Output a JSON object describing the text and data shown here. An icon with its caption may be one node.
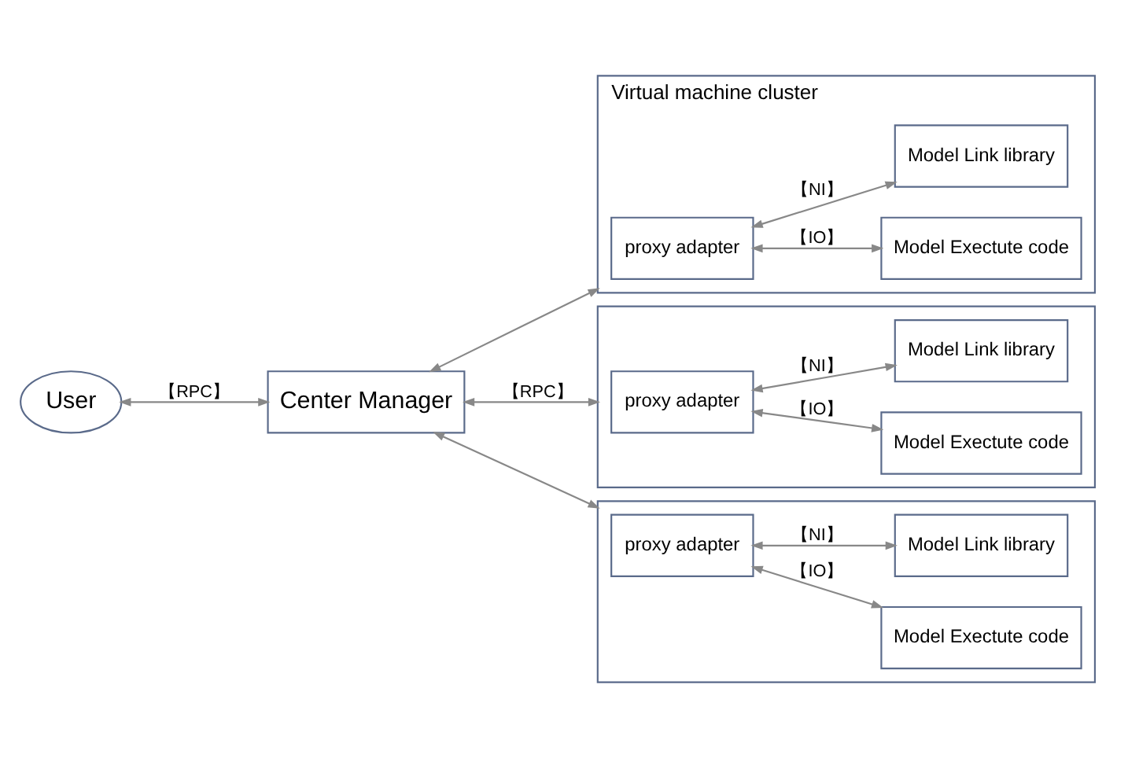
{
  "diagram": {
    "nodes": [
      {
        "text": [
          "User"
        ]
      },
      {
        "text": [
          "Center Manager"
        ]
      },
      {
        "text": [
          "Virtual machine cluster"
        ]
      },
      {
        "text": [
          "proxy adapter"
        ],
        "in": 2
      },
      {
        "text": [
          "Model Exectute code"
        ],
        "in": 2
      },
      {
        "text": [
          "Model Link library"
        ],
        "in": 2
      },
      {
        "text": [],
        "shape": "box"
      },
      {
        "text": [
          "proxy adapter"
        ],
        "in": 6
      },
      {
        "text": [
          "Model Exectute code"
        ],
        "in": 6
      },
      {
        "text": [
          "Model Link library"
        ],
        "in": 6
      },
      {
        "text": [],
        "shape": "box"
      },
      {
        "text": [
          "proxy adapter"
        ],
        "in": 10
      },
      {
        "text": [
          "Model Exectute code"
        ],
        "in": 10
      },
      {
        "text": [
          "Model Link library"
        ],
        "in": 10
      }
    ],
    "edges": [
      {
        "from": 0,
        "to": 1,
        "arrow": "both",
        "label": "【RPC】"
      },
      {
        "from": 1,
        "to": 2,
        "arrow": "both"
      },
      {
        "from": 1,
        "to": 6,
        "arrow": "both",
        "label": "【RPC】"
      },
      {
        "from": 1,
        "to": 10,
        "arrow": "both"
      },
      {
        "from": 3,
        "to": 4,
        "arrow": "both",
        "label": "【IO】"
      },
      {
        "from": 3,
        "to": 5,
        "arrow": "both",
        "label": "【NI】"
      },
      {
        "from": 7,
        "to": 8,
        "arrow": "both",
        "label": "【IO】"
      },
      {
        "from": 7,
        "to": 9,
        "arrow": "both",
        "label": "【NI】"
      },
      {
        "from": 11,
        "to": 12,
        "arrow": "both",
        "label": "【IO】"
      },
      {
        "from": 11,
        "to": 13,
        "arrow": "both",
        "label": "【NI】"
      }
    ]
  }
}
